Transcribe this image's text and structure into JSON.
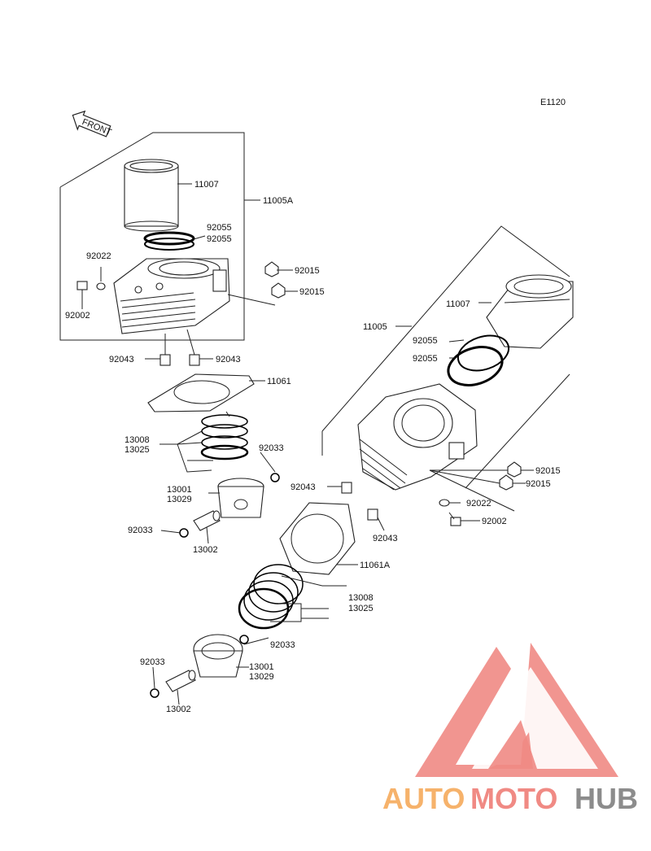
{
  "diagram_code": "E1120",
  "front_label": "FRONT",
  "callouts": {
    "rear_liner": "11007",
    "rear_cyl_assy": "11005A",
    "rear_oring_a": "92055",
    "rear_oring_b": "92055",
    "rear_washer": "92022",
    "rear_bolt": "92002",
    "rear_nut_a": "92015",
    "rear_nut_b": "92015",
    "rear_dowel_l": "92043",
    "rear_dowel_r": "92043",
    "rear_gasket": "11061",
    "rear_rings_a": "13008",
    "rear_rings_b": "13025",
    "rear_clip_r": "92033",
    "rear_piston_a": "13001",
    "rear_piston_b": "13029",
    "rear_clip_l": "92033",
    "rear_pin": "13002",
    "front_liner": "11007",
    "front_cyl_assy": "11005",
    "front_oring_a": "92055",
    "front_oring_b": "92055",
    "front_nut_a": "92015",
    "front_nut_b": "92015",
    "front_washer": "92022",
    "front_bolt": "92002",
    "front_dowel_l": "92043",
    "front_dowel_r": "92043",
    "front_gasket": "11061A",
    "front_rings_a": "13008",
    "front_rings_b": "13025",
    "front_clip_r": "92033",
    "front_clip_l": "92033",
    "front_piston_a": "13001",
    "front_piston_b": "13029",
    "front_pin": "13002"
  },
  "watermark": {
    "part1": "AUTO",
    "part2": "MOTO",
    "part3": "HUB",
    "color_orange": "#f6b26b",
    "color_red": "#f08a84",
    "color_gray": "#8c8c8c"
  }
}
